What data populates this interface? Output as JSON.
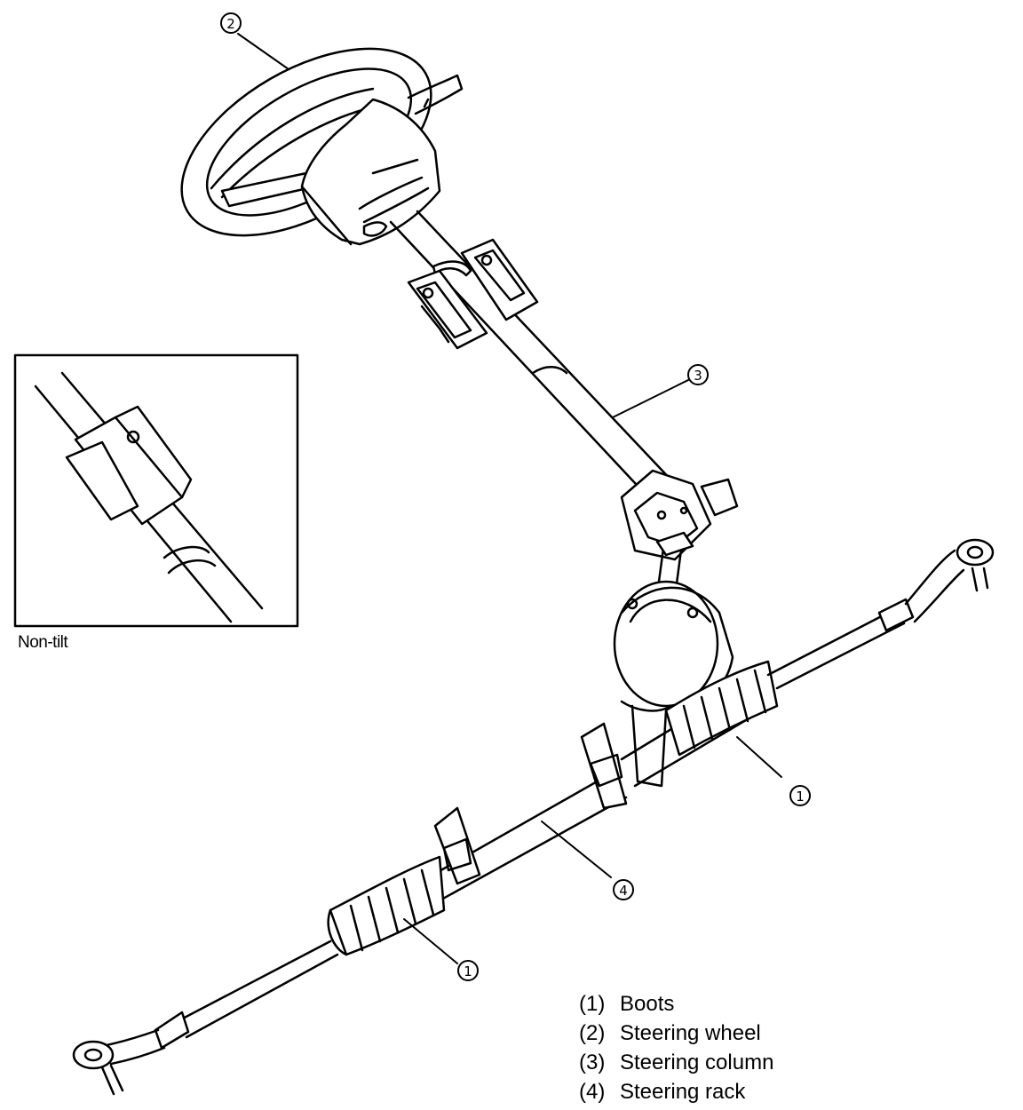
{
  "diagram": {
    "inset_caption": "Non-tilt",
    "callouts": {
      "boots_right": "1",
      "boots_left": "1",
      "steering_wheel": "2",
      "steering_column": "3",
      "steering_rack": "4"
    },
    "legend": [
      {
        "number": "(1)",
        "label": "Boots"
      },
      {
        "number": "(2)",
        "label": "Steering wheel"
      },
      {
        "number": "(3)",
        "label": "Steering column"
      },
      {
        "number": "(4)",
        "label": "Steering rack"
      }
    ]
  }
}
